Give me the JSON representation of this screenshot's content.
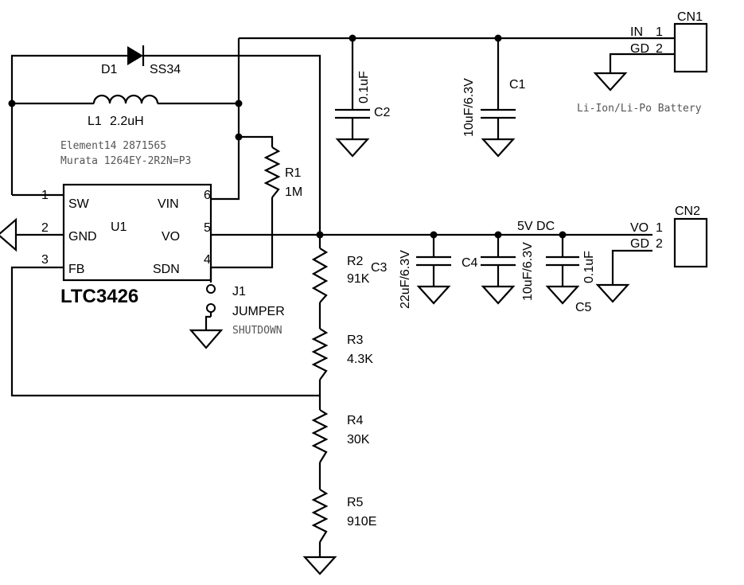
{
  "ic": {
    "ref": "U1",
    "part": "LTC3426",
    "pins": {
      "sw": "SW",
      "gnd": "GND",
      "fb": "FB",
      "vin": "VIN",
      "vo": "VO",
      "sdn": "SDN"
    },
    "nums": {
      "p1": "1",
      "p2": "2",
      "p3": "3",
      "p4": "4",
      "p5": "5",
      "p6": "6"
    }
  },
  "diode": {
    "ref": "D1",
    "part": "SS34"
  },
  "inductor": {
    "ref": "L1",
    "value": "2.2uH",
    "note1": "Element14 2871565",
    "note2": "Murata 1264EY-2R2N=P3"
  },
  "r1": {
    "ref": "R1",
    "value": "1M"
  },
  "r2": {
    "ref": "R2",
    "value": "91K"
  },
  "r3": {
    "ref": "R3",
    "value": "4.3K"
  },
  "r4": {
    "ref": "R4",
    "value": "30K"
  },
  "r5": {
    "ref": "R5",
    "value": "910E"
  },
  "c1": {
    "ref": "C1",
    "value": "10uF/6.3V"
  },
  "c2": {
    "ref": "C2",
    "value": "0.1uF"
  },
  "c3": {
    "ref": "C3",
    "value": "22uF/6.3V"
  },
  "c4": {
    "ref": "C4",
    "value": "10uF/6.3V"
  },
  "c5": {
    "ref": "C5",
    "value": "0.1uF"
  },
  "j1": {
    "ref": "J1",
    "name": "JUMPER",
    "label": "SHUTDOWN"
  },
  "cn1": {
    "ref": "CN1",
    "pin1": "IN",
    "pin2": "GD",
    "n1": "1",
    "n2": "2",
    "note": "Li-Ion/Li-Po Battery"
  },
  "cn2": {
    "ref": "CN2",
    "pin1": "VO",
    "pin2": "GD",
    "n1": "1",
    "n2": "2"
  },
  "net_5v": "5V DC"
}
